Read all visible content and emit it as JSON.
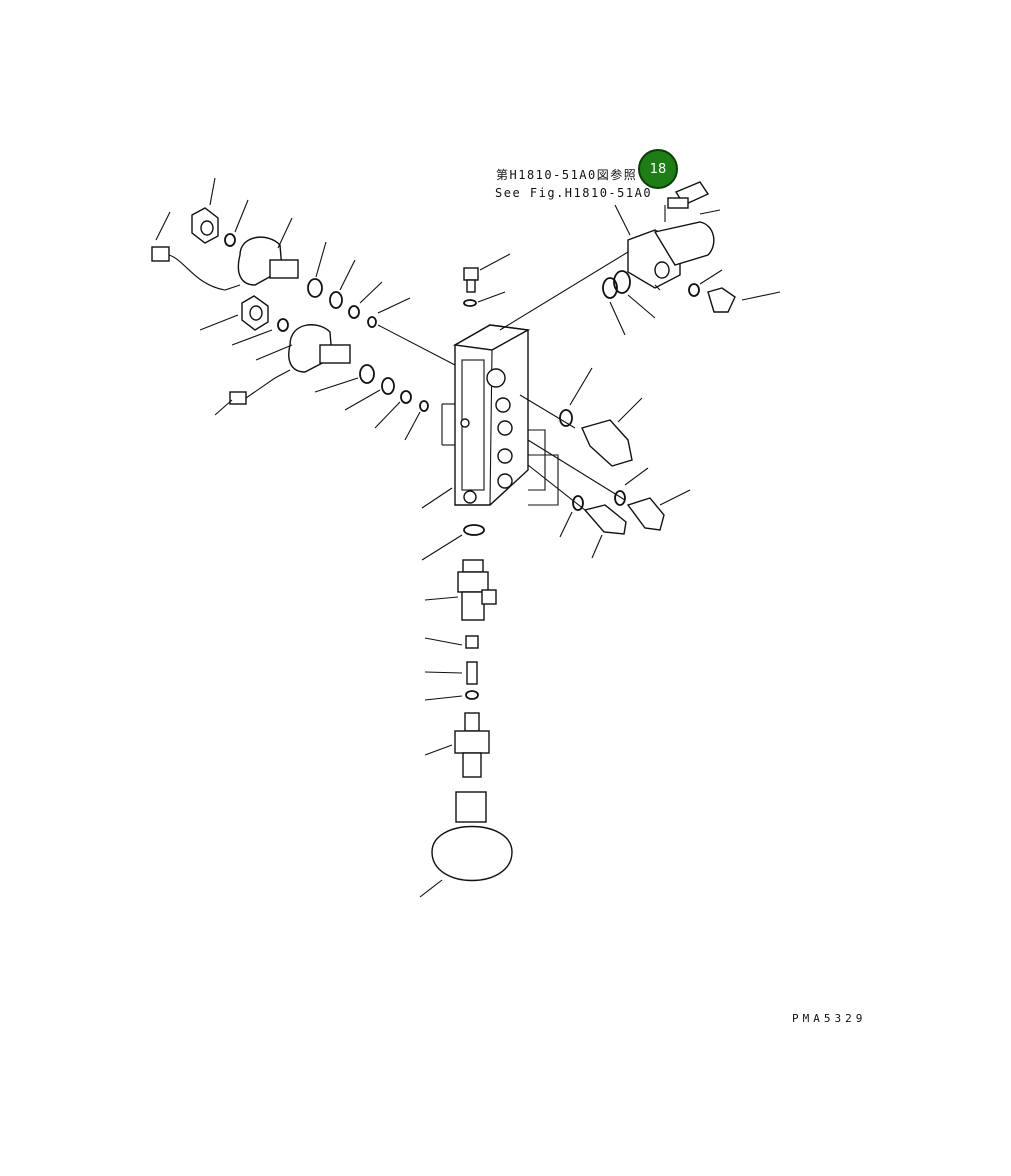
{
  "reference_note": {
    "japanese": "第H1810-51A0図参照",
    "english": "See Fig.H1810-51A0"
  },
  "callout": {
    "number": "18",
    "color": "#1f7d17"
  },
  "drawing_code": "PMA5329"
}
